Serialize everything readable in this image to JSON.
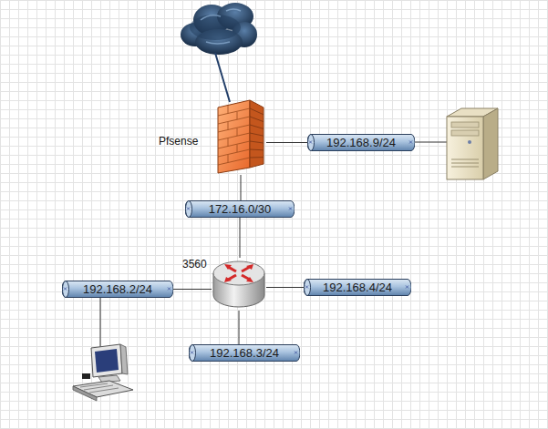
{
  "diagram": {
    "nodes": [
      {
        "text": [
          "Pfsense"
        ]
      },
      {
        "text": [
          "192.168.9/24"
        ]
      },
      {
        "text": [
          "172.16.0/30"
        ]
      },
      {
        "text": [
          "3560"
        ]
      },
      {
        "text": [
          "192.168.2/24"
        ]
      },
      {
        "text": [
          "192.168.4/24"
        ]
      },
      {
        "text": [
          "192.168.3/24"
        ]
      }
    ],
    "edges": [
      {
        "from": 0,
        "to": 1,
        "arrow": "none"
      },
      {
        "from": 0,
        "to": 2,
        "arrow": "none"
      },
      {
        "from": 2,
        "to": 3,
        "arrow": "none"
      },
      {
        "from": 3,
        "to": 4,
        "arrow": "none"
      },
      {
        "from": 3,
        "to": 5,
        "arrow": "none"
      },
      {
        "from": 3,
        "to": 6,
        "arrow": "none"
      }
    ]
  }
}
